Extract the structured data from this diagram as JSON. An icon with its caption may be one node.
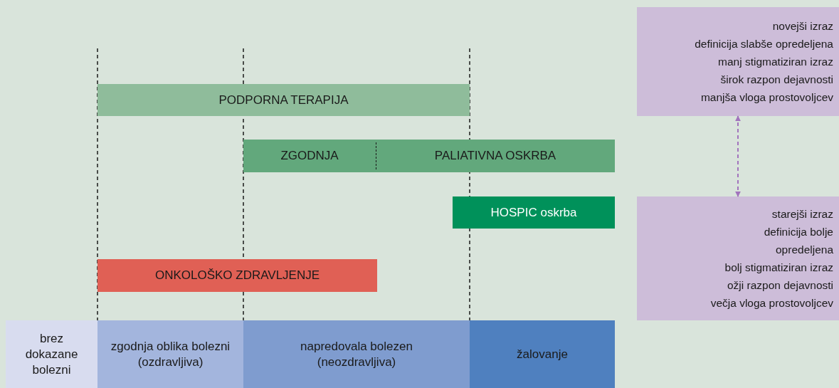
{
  "diagram": {
    "nodes": [
      {
        "text": [
          "PODPORNA TERAPIJA"
        ]
      },
      {
        "text": [
          "ZGODNJA",
          "PALIATIVNA OSKRBA"
        ]
      },
      {
        "text": [
          "HOSPIC oskrba"
        ]
      },
      {
        "text": [
          "ONKOLOŠKO ZDRAVLJENJE"
        ]
      },
      {
        "text": [
          "brez dokazane bolezni"
        ]
      },
      {
        "text": [
          "zgodnja oblika bolezni (ozdravljiva)"
        ]
      },
      {
        "text": [
          "napredovala bolezen (neozdravljiva)"
        ]
      },
      {
        "text": [
          "žalovanje"
        ]
      },
      {
        "text": [
          "novejši izraz",
          "definicija slabše opredeljena",
          "manj stigmatiziran izraz",
          "širok razpon dejavnosti",
          "manjša vloga prostovoljcev"
        ]
      },
      {
        "text": [
          "starejši izraz",
          "definicija bolje opredeljena",
          "bolj stigmatiziran izraz",
          "ožji razpon dejavnosti",
          "večja vloga prostovoljcev"
        ]
      }
    ],
    "edges": [
      {
        "from": 8,
        "to": 9,
        "arrow": "both",
        "style": "dashed",
        "color": "#a274bd"
      }
    ]
  }
}
